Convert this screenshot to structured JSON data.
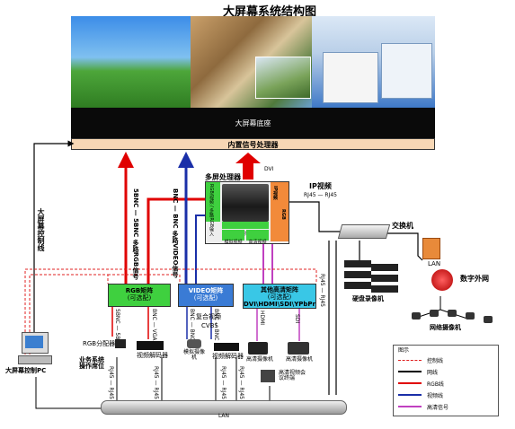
{
  "title": "大屏幕系统结构图",
  "wall": {
    "base_label": "大屏幕底座",
    "processor_label": "内置信号处理器"
  },
  "control_line_label": "大屏幕控制线",
  "control_pc_label": "大屏幕控制PC",
  "multi_processor": {
    "title": "多屏处理器",
    "dvi_label": "DVI",
    "left_col_label": "RGB/视频 / 多路RGB输入",
    "ip_col_label": "IP视频",
    "rgb_col_label": "RGB",
    "mid_label": "视频输入",
    "bottom_left": "模拟视频",
    "bottom_right": "高清视频"
  },
  "signal_labels": {
    "rgb": "5BNC — 5BNC 多路RGB信号",
    "video": "BNC — BNC 多路VIDEO信号"
  },
  "ip_video_label": "IP视频",
  "rj45_top": "RJ45 — RJ45",
  "rj45_vertical": "RJ45 — RJ45",
  "switch_label": "交换机",
  "lan_label": "LAN",
  "digital_network_label": "数字外网",
  "dvr_label": "硬盘录像机",
  "ip_camera_label": "网络摄像机",
  "rgb_matrix": {
    "title": "RGB矩阵",
    "sub": "(可选配)"
  },
  "video_matrix": {
    "title": "VIDEO矩阵",
    "sub": "(可选配)"
  },
  "hd_matrix": {
    "title": "其他高清矩阵",
    "sub": "(可选配)",
    "types": "DVI\\HDMI\\SDI\\YPbPr"
  },
  "cable_5bnc": "5BNC — 5BNC",
  "cable_bnc_vga": "BNC — VGA",
  "cable_bnc": "BNC — BNC",
  "cable_rj45": "RJ45 — RJ45",
  "cable_hdmi": "HDMI",
  "cable_sdi": "SDI",
  "rgb_splitter": "RGB分配器",
  "video_decoder_1": "视频解码器",
  "composite_video": "复合视频",
  "cvbs": "CVBS",
  "analog_camera": "模拟摄像机",
  "video_decoder_2": "视频解码器",
  "hd_camera_label": "高清摄像机",
  "hd_camera_label_2": "高清摄像机",
  "hd_video_terminal": "高清视频会议终端",
  "operator_seat": "业务系统 操作席位",
  "bottom_lan_label": "LAN",
  "legend": {
    "title": "图示",
    "items": [
      {
        "label": "控制线",
        "color": "#e02020",
        "dash": true
      },
      {
        "label": "网线",
        "color": "#000000",
        "dash": false
      },
      {
        "label": "RGB线",
        "color": "#e00000",
        "dash": false
      },
      {
        "label": "视频线",
        "color": "#1a2fa8",
        "dash": false
      },
      {
        "label": "高清信号",
        "color": "#c040c0",
        "dash": false
      }
    ]
  },
  "colors": {
    "rgb": "#e00000",
    "video": "#1a2fa8",
    "hd": "#c040c0",
    "network": "#000000",
    "control": "#e02020",
    "green_box": "#3fd03f",
    "blue_box": "#3a7bd5",
    "cyan_box": "#39c7e6",
    "base_black": "#0a0a0a",
    "processor_bar": "#f7d7b5",
    "orange_panel": "#f28a3a"
  }
}
